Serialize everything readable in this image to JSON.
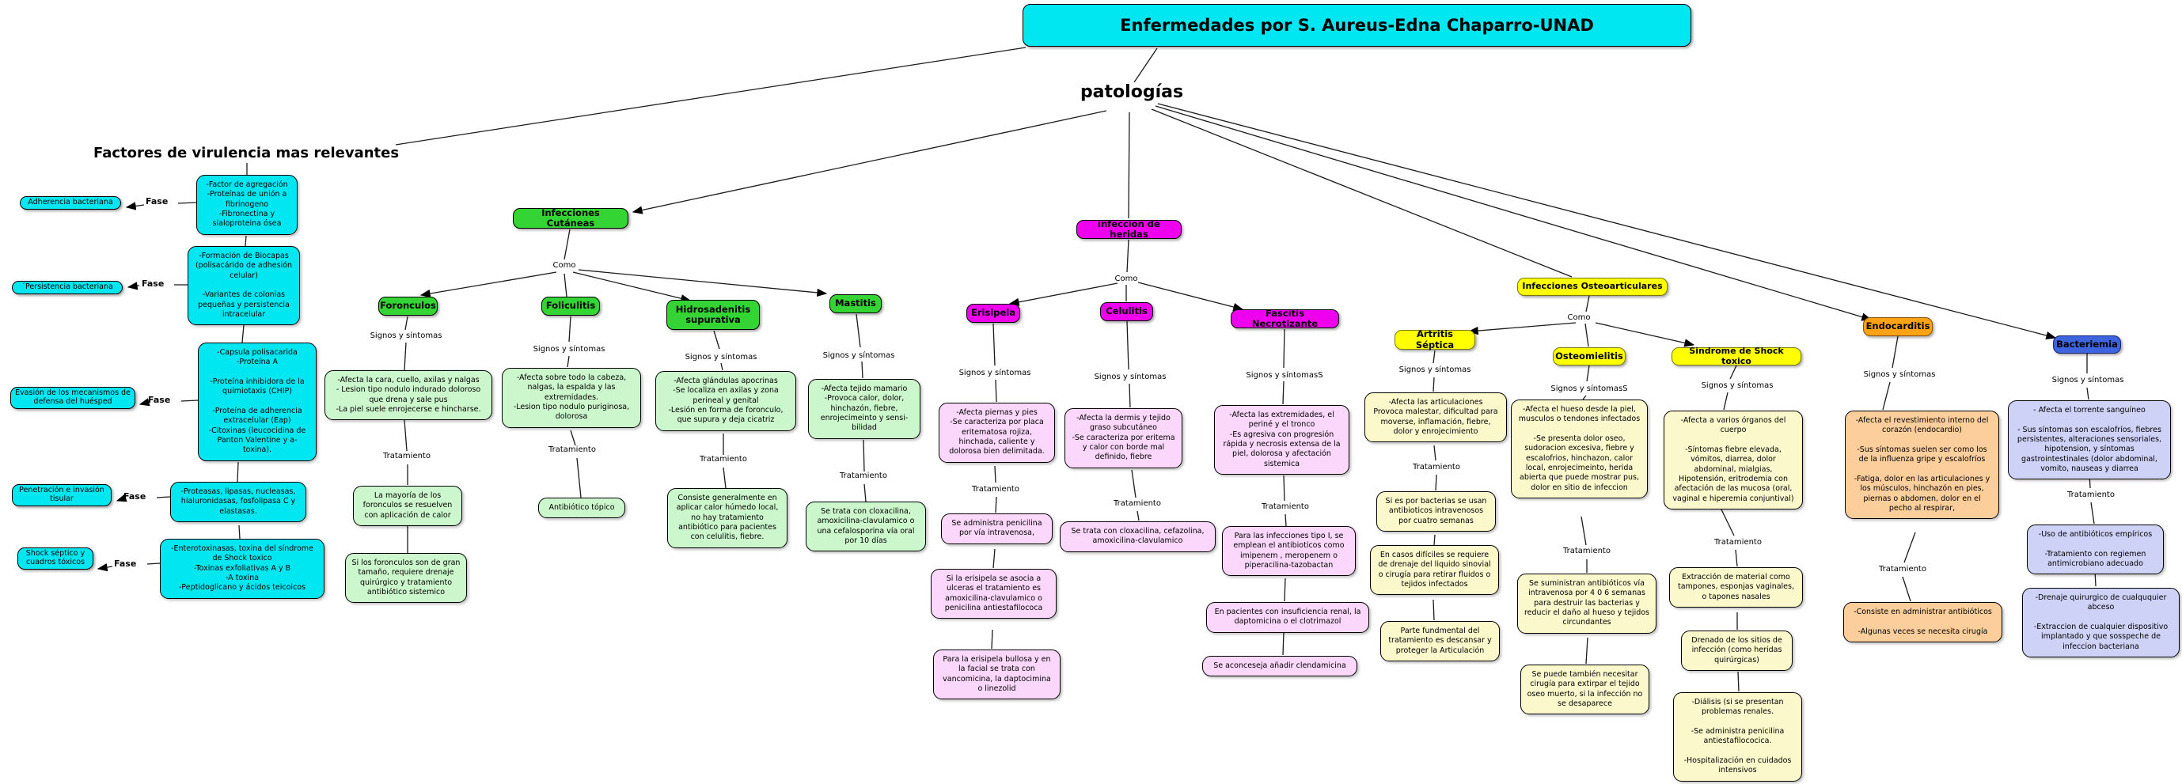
{
  "title": "Enfermedades por S. Aureus-Edna Chaparro-UNAD",
  "root_label": "patologías",
  "labels": {
    "fase": "Fase",
    "como": "Como",
    "signos": "Signos y síntomas",
    "signos_s": "Signos y síntomasS",
    "tratamiento": "Tratamiento"
  },
  "colors": {
    "cyan": "#00e7f2",
    "green_node": "#33d433",
    "green_box": "#ccf6cb",
    "magenta_node": "#ee00ee",
    "pink_box": "#fbd7fb",
    "yellow_node": "#ffff00",
    "cream_box": "#fbf8cc",
    "orange_node": "#ffa216",
    "orange_box": "#fbce9c",
    "blue_node": "#3e64de",
    "lavender_box": "#cfd2f7"
  },
  "factores": {
    "heading": "Factores de virulencia mas relevantes",
    "rows": [
      {
        "left": "Adherencia bacteriana",
        "right": "-Factor de agregación\n-Proteínas de unión a fibrinogeno\n-Fibronectina y sialoproteina ósea"
      },
      {
        "left": "´Persistencia bacteriana",
        "right": "-Formación de Biocapas (polisacárido de adhesión celular)\n\n-Variantes de colonias pequeñas y persistencia intracelular"
      },
      {
        "left": "Evasión de los mecanismos de defensa del huésped",
        "right": "-Capsula polisacarida\n-Proteína A\n\n-Proteína inhibidora de la quimiotaxis (CHIP)\n\n-Proteína de adherencia extracelular (Eap)\n-Citoxinas (leucocidina de Panton Valentine y a-toxina)."
      },
      {
        "left": "Penetración e invasión tisular",
        "right": "-Proteasas, lipasas, nucleasas, hialuronidasas, fosfolipasa C y elastasas."
      },
      {
        "left": "Shock séptico y cuadros tóxicos",
        "right": "-Enterotoxinasas, toxina del síndrome de Shock toxico\n-Toxinas exfoliativas A y B\n-A toxina\n-Peptidoglicano y ácidos teicoicos"
      }
    ]
  },
  "branches": {
    "cutaneas": {
      "label": "Infecciones Cutáneas",
      "foronculos": {
        "label": "Foronculos",
        "signos": "-Afecta la cara, cuello, axilas y nalgas\n- Lesion tipo nodulo indurado doloroso que drena y sale pus\n-La piel suele enrojecerse e hincharse.",
        "trat1": "La mayoría de los foronculos se resuelven con aplicación de calor",
        "trat2": "Si  los foronculos son de gran tamaño, requiere drenaje quirúrgico y tratamiento antibiótico sistemico"
      },
      "foliculitis": {
        "label": "Foliculitis",
        "signos": "-Afecta sobre todo la cabeza, nalgas, la espalda y las extremidades.\n-Lesion tipo nodulo puriginosa, dolorosa",
        "trat1": "Antibiótico tópico"
      },
      "hidrosadenitis": {
        "label": "Hidrosadenitis supurativa",
        "signos": "-Afecta glándulas apocrinas\n-Se localiza en axilas y zona perineal y genital\n-Lesión en forma de foronculo, que supura y deja cicatriz",
        "trat1": "Consiste generalmente en aplicar calor húmedo local, no hay tratamiento antibiótico para pacientes con celulitis, fiebre."
      },
      "mastitis": {
        "label": "Mastitis",
        "signos": "-Afecta tejido mamario\n-Provoca calor, dolor, hinchazón, fiebre, enrojecimeinto y sensi-bilidad",
        "trat1": "Se trata con cloxacilina, amoxicilina-clavulamico o una cefalosporina vía oral por 10 días"
      }
    },
    "heridas": {
      "label": "infeccion de heridas",
      "erisipela": {
        "label": "Erisipela",
        "signos": "-Afecta piernas y pies\n-Se caracteriza por placa eritematosa rojiza, hinchada, caliente y dolorosa bien delimitada.",
        "trat1": "Se administra penicilina por vía intravenosa,",
        "trat2": "Si la erisipela se asocia a ulceras el tratamiento es amoxicilina-clavulamico o penicilina antiestafilococa",
        "trat3": "Para la erisipela bullosa y en la facial se trata con vancomicina, la daptocimina o linezolid"
      },
      "celulitis": {
        "label": "Celulitis",
        "signos": "-Afecta la dermis y tejido graso subcutáneo\n-Se caracteriza por eritema y calor con borde mal definido, fiebre",
        "trat1": "Se trata con cloxacilina, cefazolina, amoxicilina-clavulamico"
      },
      "fascitis": {
        "label": "Fascitis Necrotizante",
        "signos": "-Afecta las extremidades, el periné y el tronco\n-Es agresiva con progresión rápida y necrosis extensa de la piel, dolorosa y afectación sistemica",
        "trat1": "Para las infecciones tipo I, se  emplean el antibioticos como imipenem , meropenem o piperacilina-tazobactan",
        "trat2": "En pacientes con insuficiencia renal, la daptomicina o el clotrimazol",
        "trat3": "Se aconceseja añadir clendamicina"
      }
    },
    "osteo": {
      "label": "Infecciones Osteoarticulares",
      "artritis": {
        "label": "Artritis Séptica",
        "signos": "-Afecta las articulaciones\nProvoca malestar, dificultad para moverse, inflamación, fiebre, dolor y enrojecimiento",
        "trat1": "Si es por bacterias se usan antibioticos intravenosos por cuatro semanas",
        "trat2": "En casos difíciles se requiere de drenaje del liquido sinovial o cirugía para retirar fluidos o tejidos infectados",
        "trat3": "Parte fundmental del tratamiento es descansar y proteger la Articulación"
      },
      "osteomielitis": {
        "label": "Osteomielitis",
        "signos": "-Afecta el hueso desde la piel, musculos o tendones infectados\n\n-Se presenta dolor oseo, sudoracion excesiva, fiebre y escalofrios, hinchazon, calor local, enrojecimeinto, herida abierta que puede mostrar pus, dolor en sitio de infeccion",
        "trat1": "Se suministran antibióticos vía intravenosa por 4 0 6 semanas para destruir las bacterias y reducir el daño al hueso y tejidos circundantes",
        "trat2": "Se puede también necesitar cirugía  para extirpar el tejido oseo muerto, si la infección no se desaparece"
      },
      "shock": {
        "label": "Sindrome de Shock toxico",
        "signos": "-Afecta a varios órganos del cuerpo\n\n-Síntomas fiebre elevada, vómitos, diarrea,  dolor abdominal, mialgias, Hipotensión, eritrodemia con afectación de las mucosa (oral, vaginal e hiperemia conjuntival)",
        "trat1": "Extracción de material como tampones, esponjas vaginales, o tapones nasales",
        "trat2": "Drenado de los sitios de infección (como heridas quirúrgicas)",
        "trat3": "-Diálisis (si se presentan problemas renales.\n\n-Se administra penicilina antiestafilococica.\n\n-Hospitalización en cuidados intensivos"
      }
    },
    "endocarditis": {
      "label": "Endocarditis",
      "signos": "-Afecta el revestimiento interno del corazón (endocardio)\n\n-Sus síntomas suelen ser como los de la influenza gripe y escalofríos\n\n-Fatiga, dolor en las articulaciones y los músculos, hinchazón en pies, piernas o abdomen, dolor en el pecho al respirar,",
      "trat1": "-Consiste en administrar antibióticos\n\n-Algunas veces se necesita cirugía"
    },
    "bacteriemia": {
      "label": "Bacteriemia",
      "signos": "- Afecta el torrente sanguíneo\n\n- Sus síntomas son escalofríos, fiebres persistentes, alteraciones sensoriales, hipotension, y síntomas gastrointestinales (dolor abdominal, vomito, nauseas y diarrea",
      "trat1": "-Uso de antibióticos empíricos\n\n-Tratamiento con regiemen antimicrobiano adecuado",
      "trat2": "-Drenaje quirurgico de cualququier abceso\n\n-Extraccion de cualquier dispositivo implantado y que sosspeche de infeccion bacteriana"
    }
  }
}
